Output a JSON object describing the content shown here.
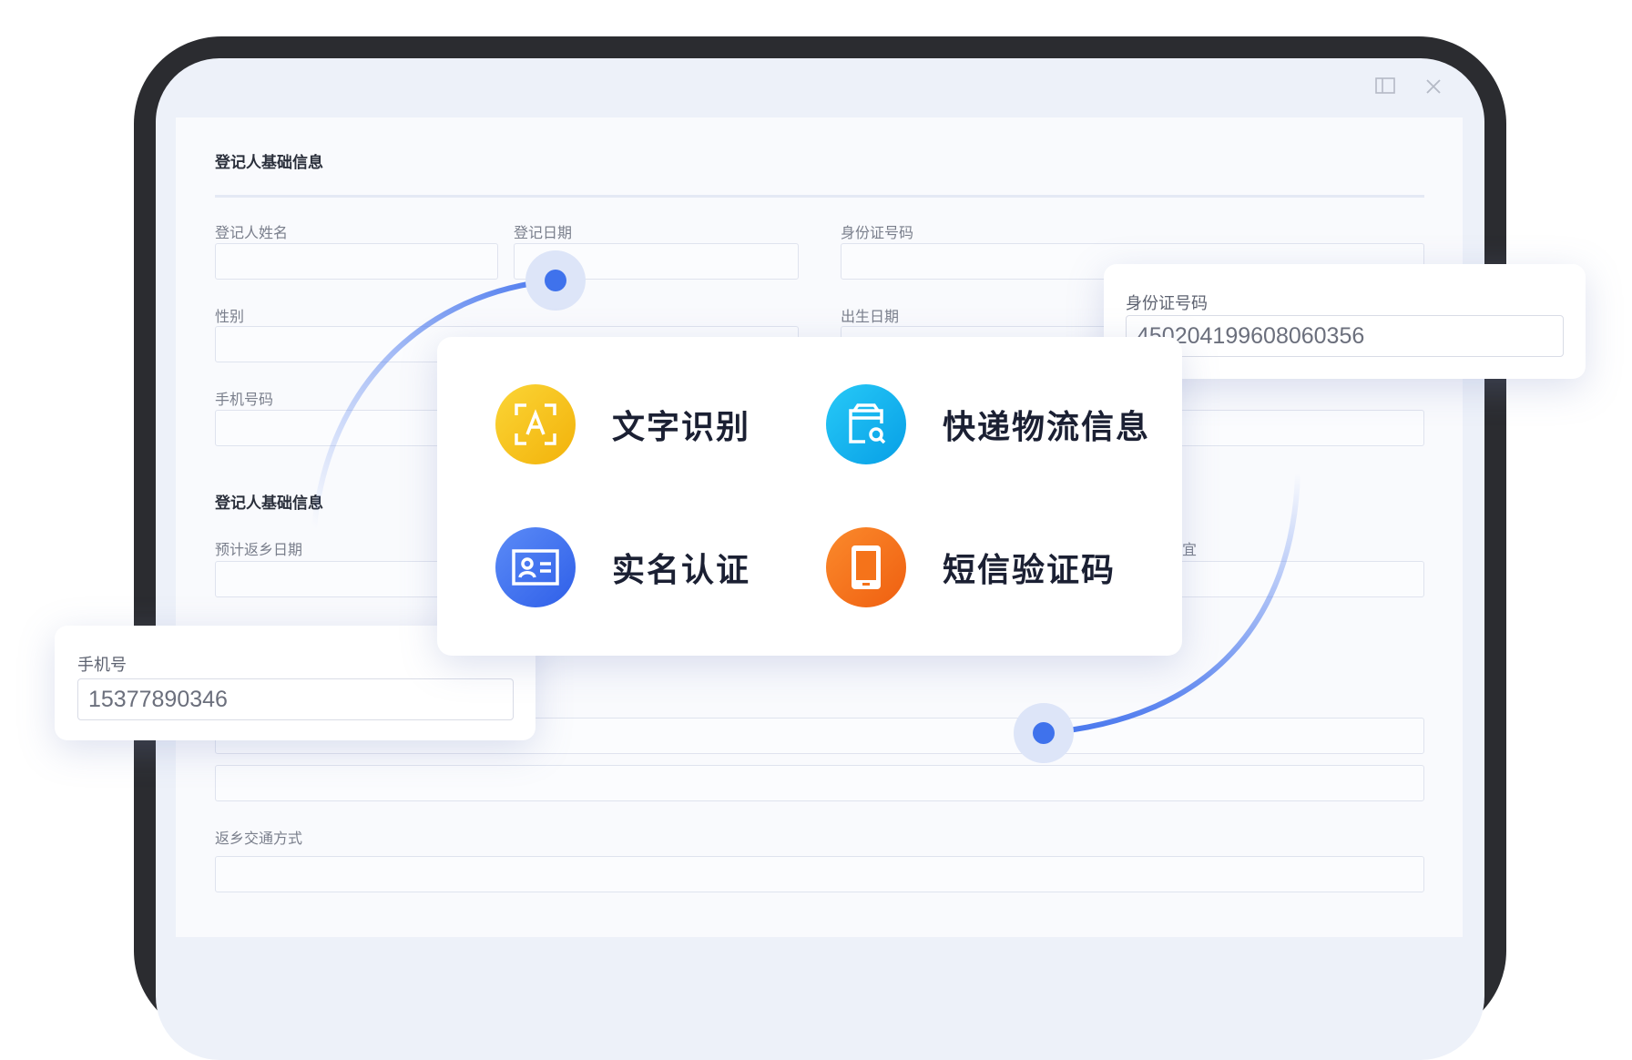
{
  "window": {
    "icons": [
      "sidebar-toggle-icon",
      "close-icon"
    ]
  },
  "form": {
    "section1_title": "登记人基础信息",
    "name_label": "登记人姓名",
    "date_label": "登记日期",
    "id_label": "身份证号码",
    "gender_label": "性别",
    "birth_label": "出生日期",
    "phone_label": "手机号码",
    "section2_title": "登记人基础信息",
    "return_date_label": "预计返乡日期",
    "partial_label": "宜",
    "transport_label": "返乡交通方式"
  },
  "features": [
    {
      "label": "文字识别",
      "icon": "text-recognition-icon",
      "color": "#f7c414"
    },
    {
      "label": "快递物流信息",
      "icon": "logistics-search-icon",
      "color": "#13b5f0"
    },
    {
      "label": "实名认证",
      "icon": "id-card-icon",
      "color": "#3d6ff0"
    },
    {
      "label": "短信验证码",
      "icon": "mobile-phone-icon",
      "color": "#f5731a"
    }
  ],
  "id_card": {
    "label": "身份证号码",
    "value": "450204199608060356"
  },
  "phone_card": {
    "label": "手机号",
    "value": "15377890346"
  }
}
